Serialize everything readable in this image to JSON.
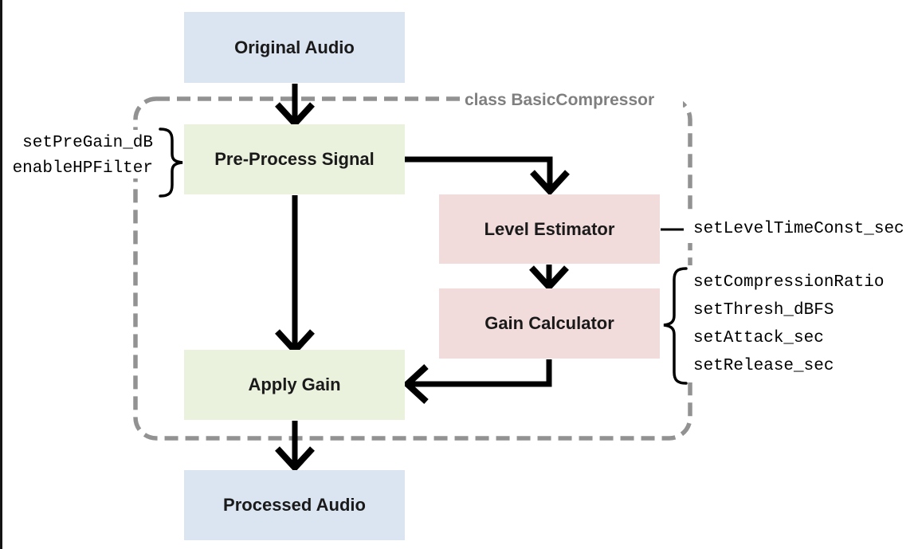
{
  "class_box": {
    "label": "class BasicCompressor"
  },
  "nodes": {
    "original_audio": {
      "label": "Original Audio"
    },
    "pre_process": {
      "label": "Pre-Process Signal"
    },
    "level_estimator": {
      "label": "Level Estimator"
    },
    "gain_calculator": {
      "label": "Gain Calculator"
    },
    "apply_gain": {
      "label": "Apply Gain"
    },
    "processed_audio": {
      "label": "Processed Audio"
    }
  },
  "methods": {
    "pre_process": [
      "setPreGain_dB",
      "enableHPFilter"
    ],
    "level_estimator": [
      "setLevelTimeConst_sec"
    ],
    "gain_calculator": [
      "setCompressionRatio",
      "setThresh_dBFS",
      "setAttack_sec",
      "setRelease_sec"
    ]
  },
  "colors": {
    "io_fill": "#dbe5f1",
    "process_fill": "#eaf1dd",
    "gain_path_fill": "#f2dbdb",
    "dashed_border": "#929292",
    "arrow": "#000000",
    "class_label_text": "#7f7f7f",
    "node_text": "#1a1a1a",
    "left_edge": "#141414"
  }
}
